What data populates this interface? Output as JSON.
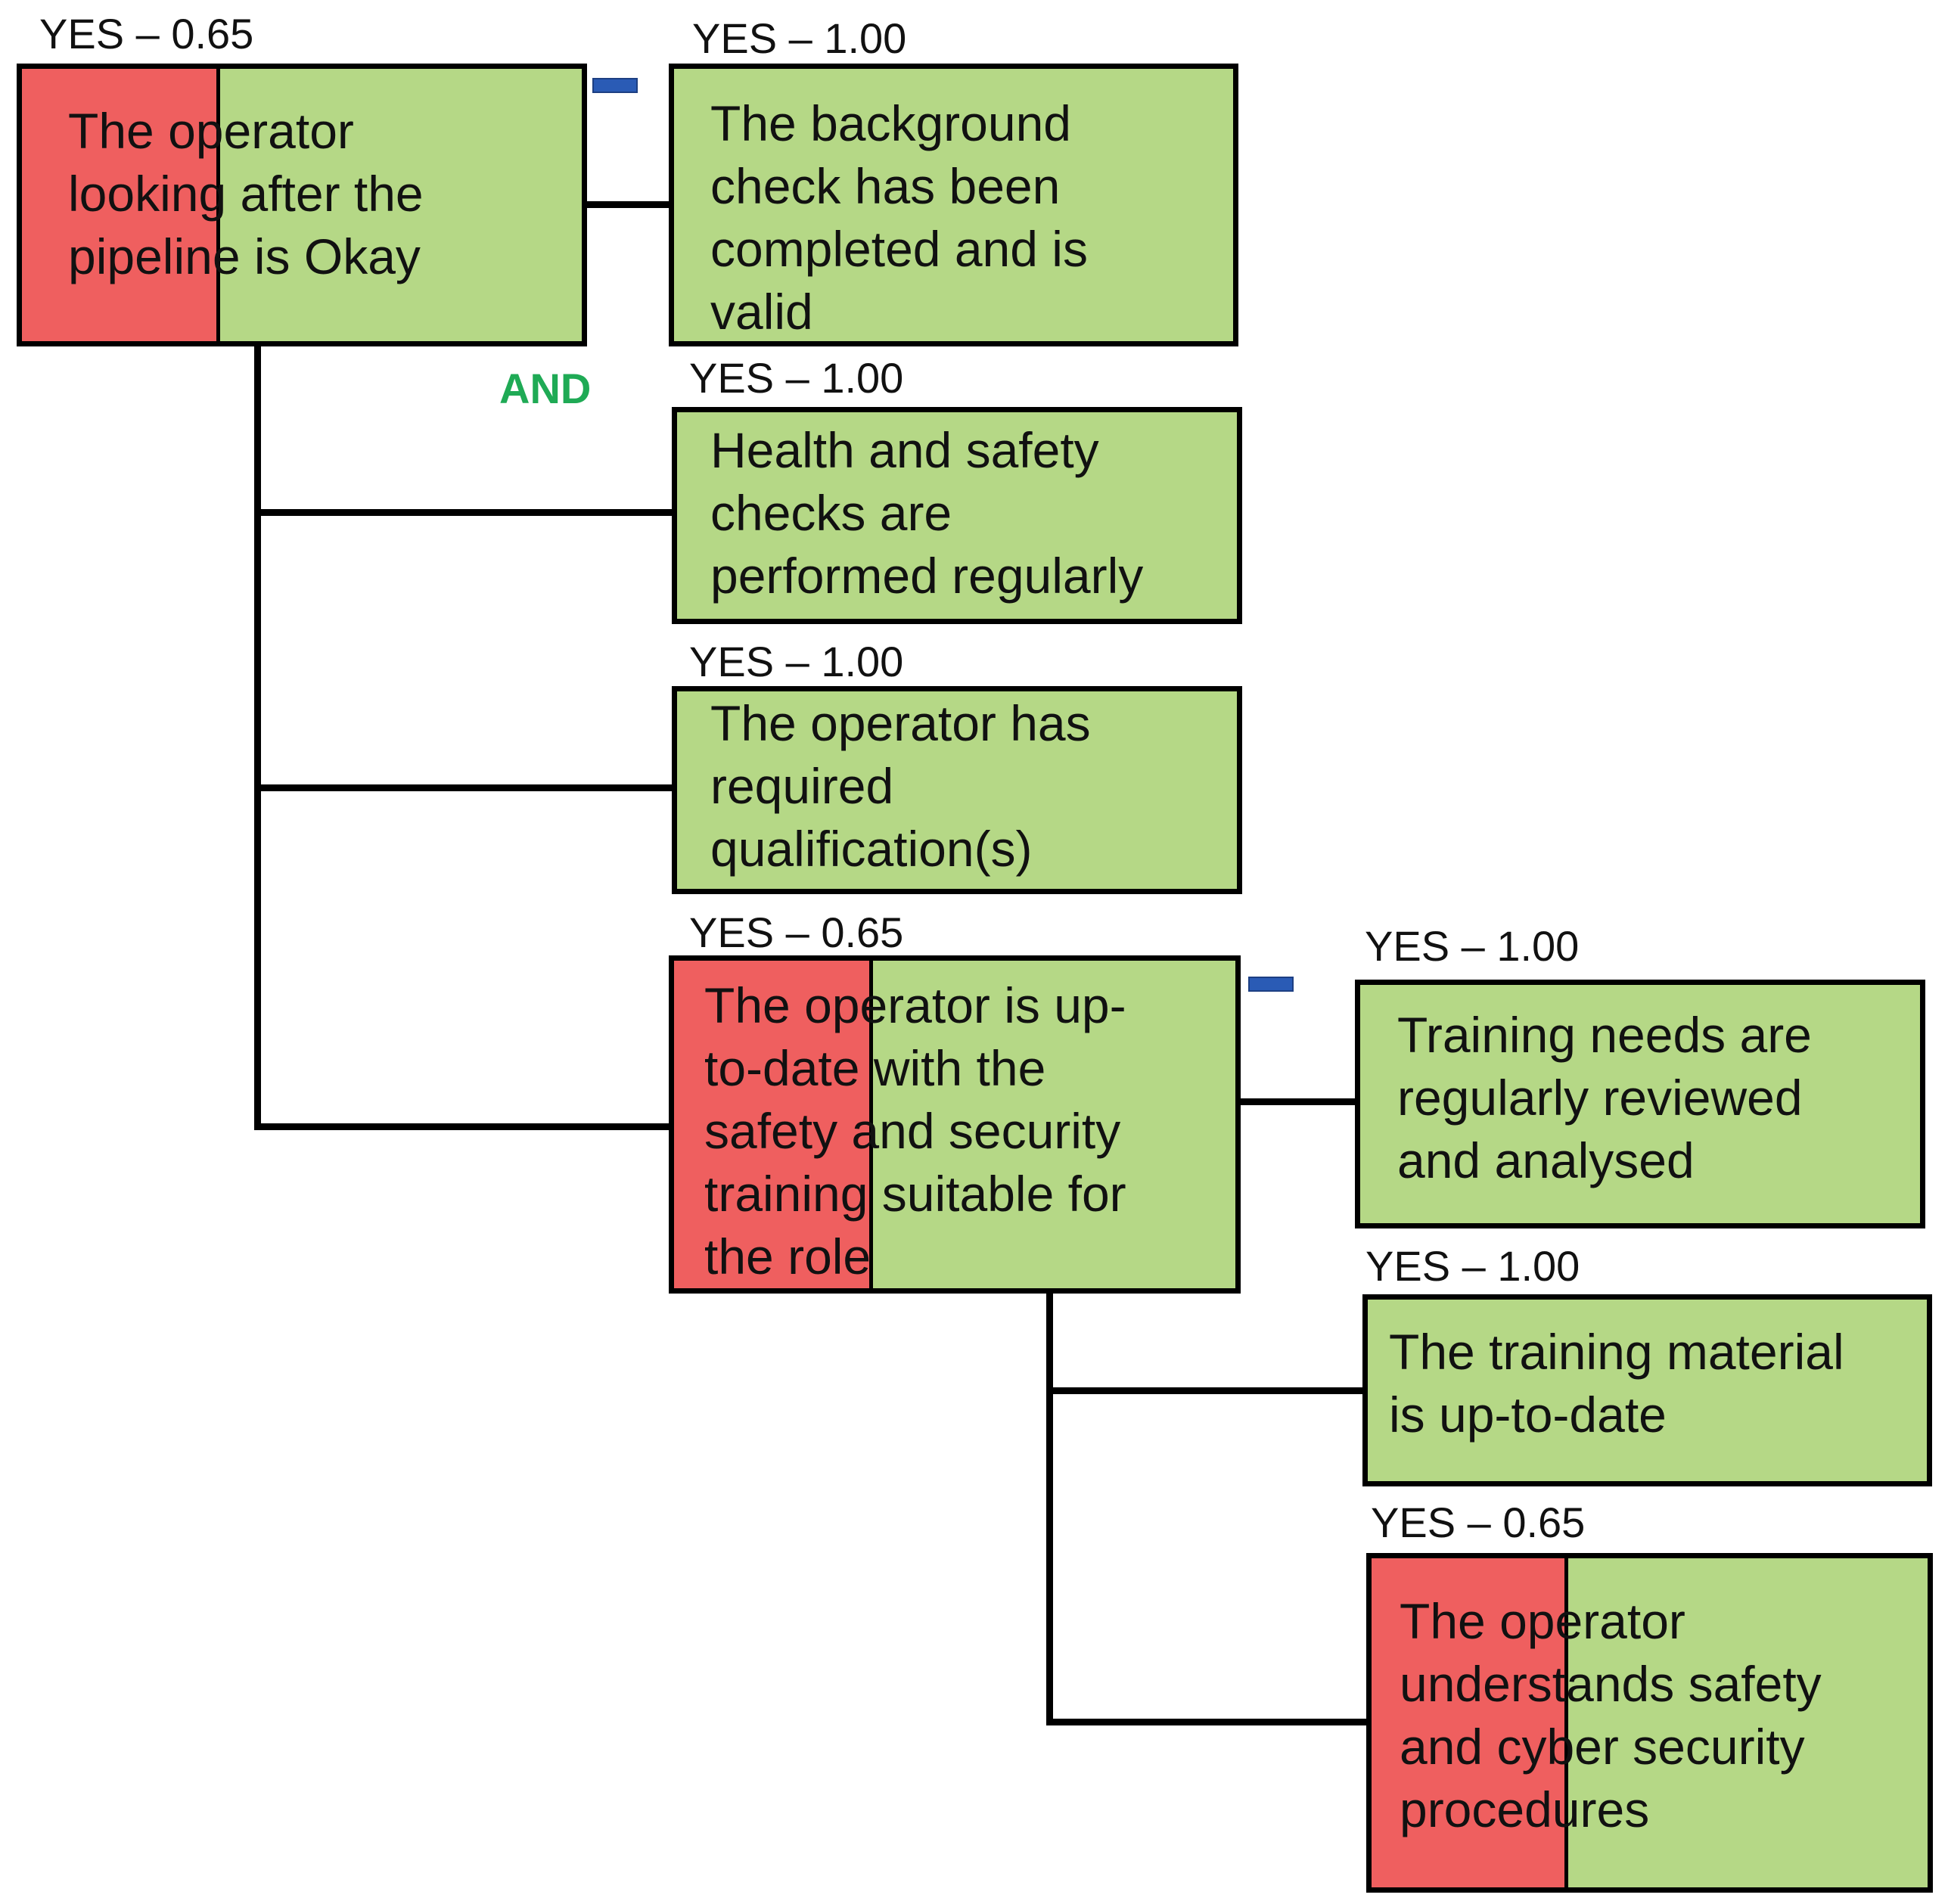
{
  "colors": {
    "satisfied": "#b5d886",
    "unsatisfied": "#ef5f5f",
    "gate_text": "#1faa55",
    "collapse_control": "#2a5bb5",
    "line": "#000000"
  },
  "gate": {
    "label": "AND"
  },
  "nodes": {
    "root": {
      "score": "YES – 0.65",
      "text": "The operator\nlooking after the\npipeline is Okay",
      "confidence": 0.65
    },
    "background_check": {
      "score": "YES – 1.00",
      "text": "The background\ncheck has been\ncompleted and is\nvalid",
      "confidence": 1.0
    },
    "health_safety": {
      "score": "YES – 1.00",
      "text": "Health and safety\nchecks are\nperformed regularly",
      "confidence": 1.0
    },
    "qualifications": {
      "score": "YES – 1.00",
      "text": "The operator has\nrequired\nqualification(s)",
      "confidence": 1.0
    },
    "training_up_to_date": {
      "score": "YES – 0.65",
      "text": "The operator is up-\nto-date with the\nsafety and security\ntraining suitable for\nthe role",
      "confidence": 0.65
    },
    "training_needs": {
      "score": "YES – 1.00",
      "text": "Training needs are\nregularly reviewed\nand analysed",
      "confidence": 1.0
    },
    "training_material": {
      "score": "YES – 1.00",
      "text": "The training material\nis up-to-date",
      "confidence": 1.0
    },
    "understands_procedures": {
      "score": "YES – 0.65",
      "text": "The operator\nunderstands safety\nand cyber security\nprocedures",
      "confidence": 0.65
    }
  }
}
